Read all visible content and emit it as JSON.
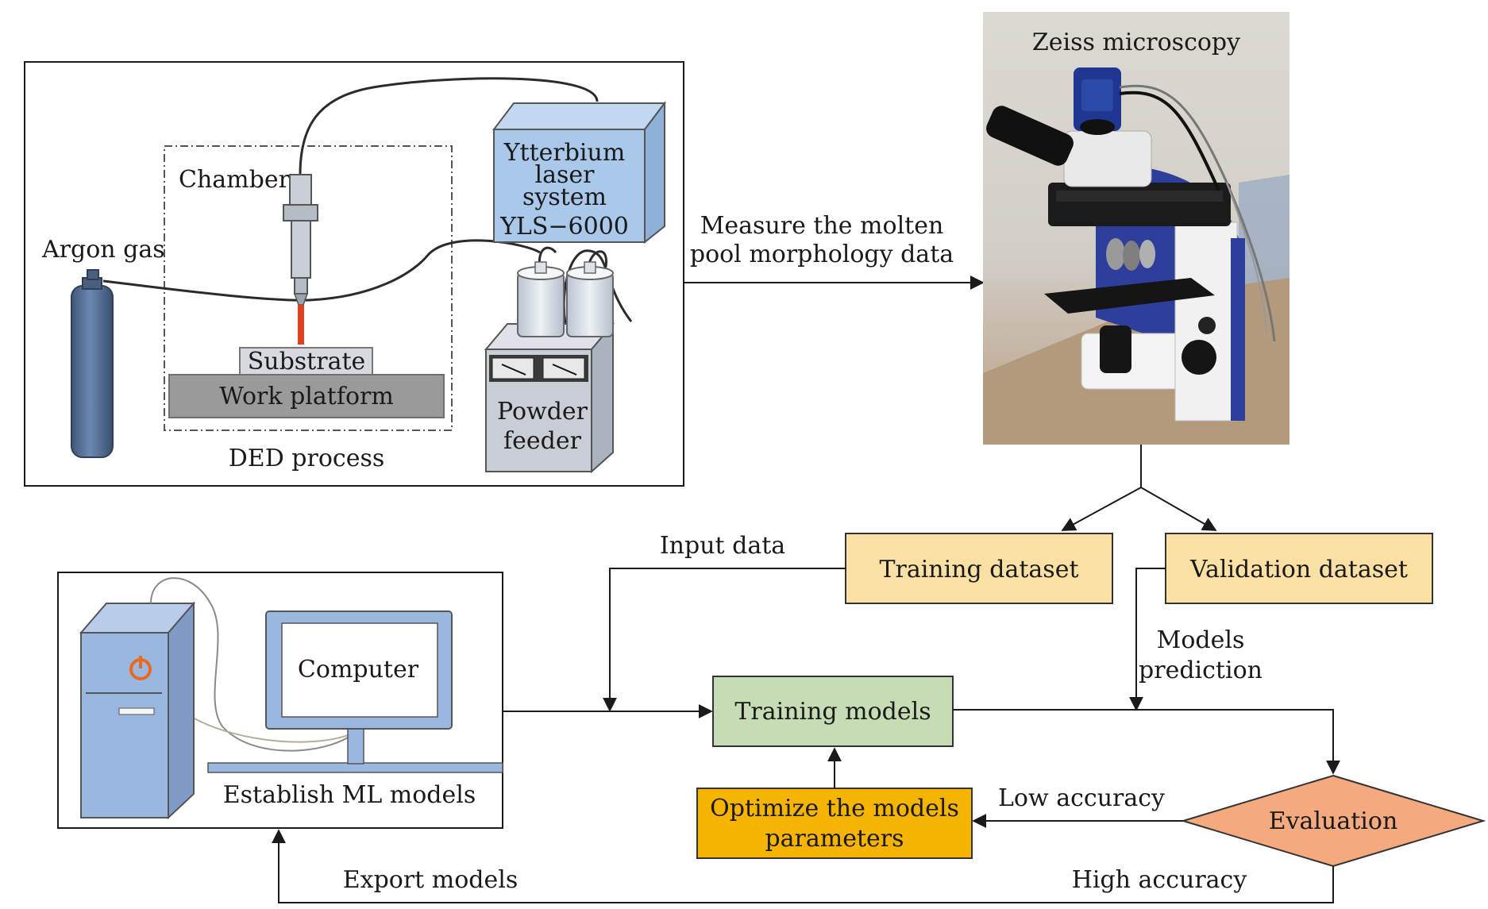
{
  "colors": {
    "laser_box": "#a9c8ea",
    "metal_blue": "#5f7fa8",
    "machine_gray": "#c9ced6",
    "platform_gray": "#9a9a9a",
    "laser_beam": "#e2401b",
    "dataset_box": "#fbe0a3",
    "training_box": "#c6dcb4",
    "optimize_box": "#f5b400",
    "evaluation_diamond": "#f4a97e",
    "computer_blue": "#9ab7e0",
    "power_orange": "#e86a1f"
  },
  "ded": {
    "argon": "Argon gas",
    "chamber": "Chamber",
    "laser": [
      "Ytterbium",
      "laser",
      "system",
      "YLS−6000"
    ],
    "substrate": "Substrate",
    "platform": "Work platform",
    "feeder": [
      "Powder",
      "feeder"
    ],
    "process": "DED process"
  },
  "microscope": {
    "title": "Zeiss microscopy"
  },
  "flow": {
    "measure": [
      "Measure the molten",
      "pool morphology data"
    ],
    "training_dataset": "Training dataset",
    "validation_dataset": "Validation dataset",
    "input_data": "Input data",
    "models_prediction": [
      "Models",
      "prediction"
    ],
    "training_models": "Training models",
    "optimize": [
      "Optimize the models",
      "parameters"
    ],
    "evaluation": "Evaluation",
    "low_accuracy": "Low accuracy",
    "high_accuracy": "High accuracy",
    "export_models": "Export models"
  },
  "computer": {
    "screen": "Computer",
    "caption": "Establish ML models"
  }
}
